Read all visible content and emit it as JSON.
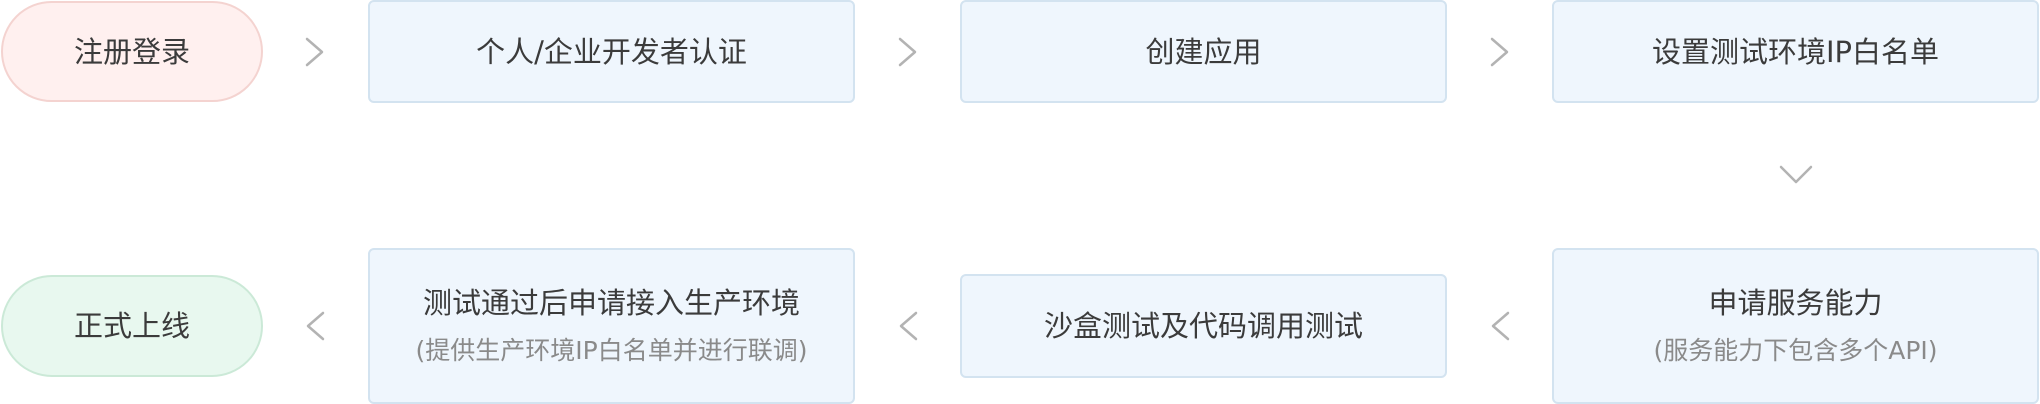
{
  "steps": {
    "register": {
      "label": "注册登录"
    },
    "verify": {
      "label": "个人/企业开发者认证"
    },
    "create_app": {
      "label": "创建应用"
    },
    "ip_whitelist": {
      "label": "设置测试环境IP白名单"
    },
    "apply_service": {
      "label": "申请服务能力",
      "sub": "(服务能力下包含多个API)"
    },
    "sandbox_test": {
      "label": "沙盒测试及代码调用测试"
    },
    "apply_production": {
      "label": "测试通过后申请接入生产环境",
      "sub": "(提供生产环境IP白名单并进行联调)"
    },
    "go_live": {
      "label": "正式上线"
    }
  },
  "colors": {
    "box_fill": "#eff6fd",
    "box_border": "#d3e3f0",
    "start_fill": "#fff0ef",
    "start_border": "#f4d3d0",
    "end_fill": "#e8f8ef",
    "end_border": "#cbe9d7",
    "arrow": "#b3b3b3"
  },
  "icons": {
    "arrow_right": "chevron-right-icon",
    "arrow_down": "chevron-down-icon",
    "arrow_left": "chevron-left-icon"
  }
}
